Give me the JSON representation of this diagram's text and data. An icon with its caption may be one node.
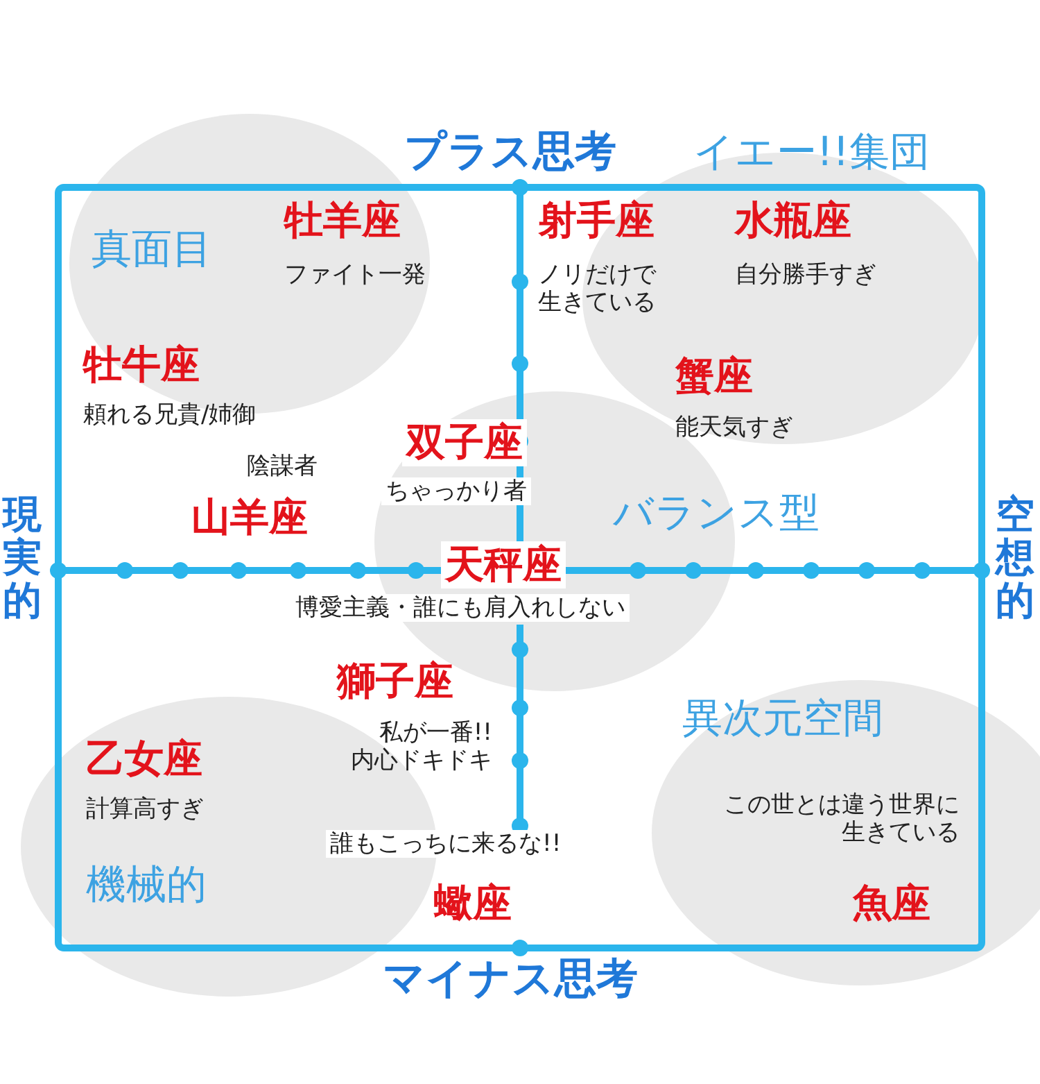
{
  "diagram": {
    "labels": [
      "プラス思考",
      "イエー!!集団",
      "真面目",
      "牡羊座",
      "ファイト一発",
      "射手座",
      "ノリだけで生きている",
      "水瓶座",
      "自分勝手すぎ",
      "牡牛座",
      "頼れる兄貴/姉御",
      "蟹座",
      "能天気すぎ",
      "陰謀者",
      "双子座",
      "ちゃっかり者",
      "現実的",
      "山羊座",
      "バランス型",
      "空想的",
      "天秤座",
      "博愛主義・誰にも肩入れしない",
      "獅子座",
      "異次元空間",
      "乙女座",
      "私が一番!!内心ドキドキ",
      "計算高すぎ",
      "この世とは違う世界に生きている",
      "誰もこっちに来るな!!",
      "機械的",
      "蠍座",
      "魚座",
      "マイナス思考"
    ]
  }
}
